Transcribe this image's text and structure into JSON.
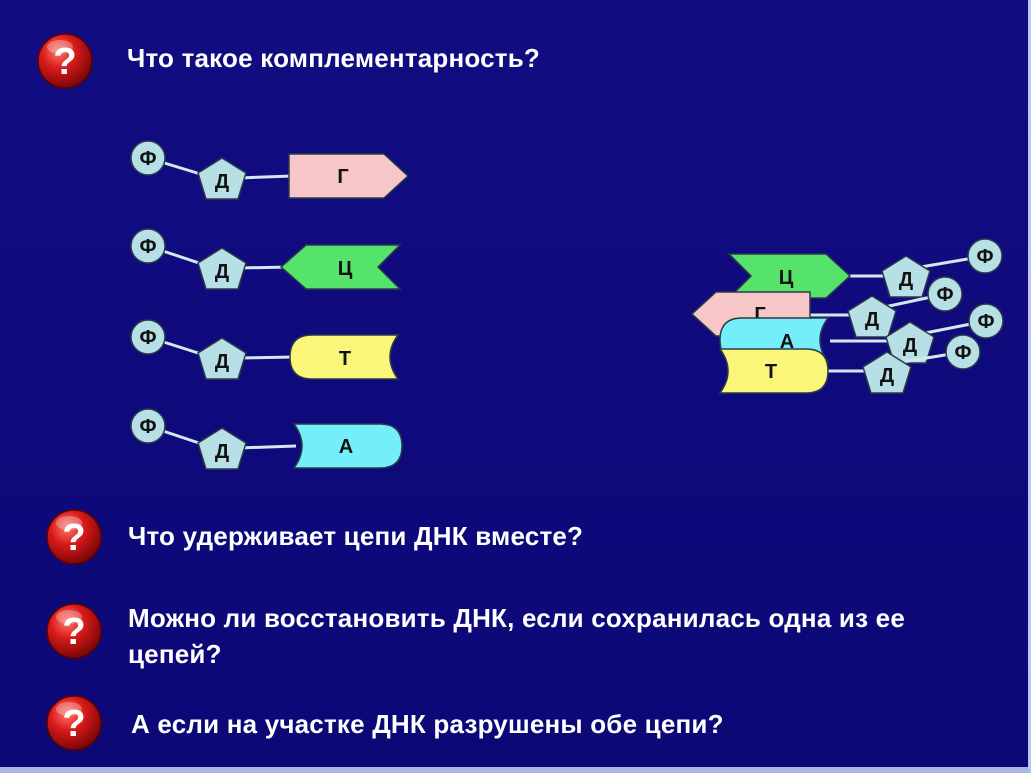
{
  "questions": [
    {
      "text": "Что такое комплементарность?"
    },
    {
      "text": "Что удерживает цепи ДНК вместе?"
    },
    {
      "text": "Можно ли восстановить ДНК, если сохранилась одна из ее цепей?"
    },
    {
      "text": "А если на участке ДНК разрушены обе цепи?"
    }
  ],
  "icon_glyph": "?",
  "labels": {
    "phosphate": "Ф",
    "sugar": "Д",
    "bases": [
      "Г",
      "Ц",
      "Т",
      "А"
    ]
  },
  "colors": {
    "background": "#0f0a7d",
    "text": "#ffffff",
    "phosphate": "#b7dfe6",
    "sugar": "#b7dfe6",
    "base_G": "#f7c6c6",
    "base_C": "#55e36b",
    "base_T": "#fbf57a",
    "base_A": "#74eefa",
    "icon": "#cc1414"
  }
}
